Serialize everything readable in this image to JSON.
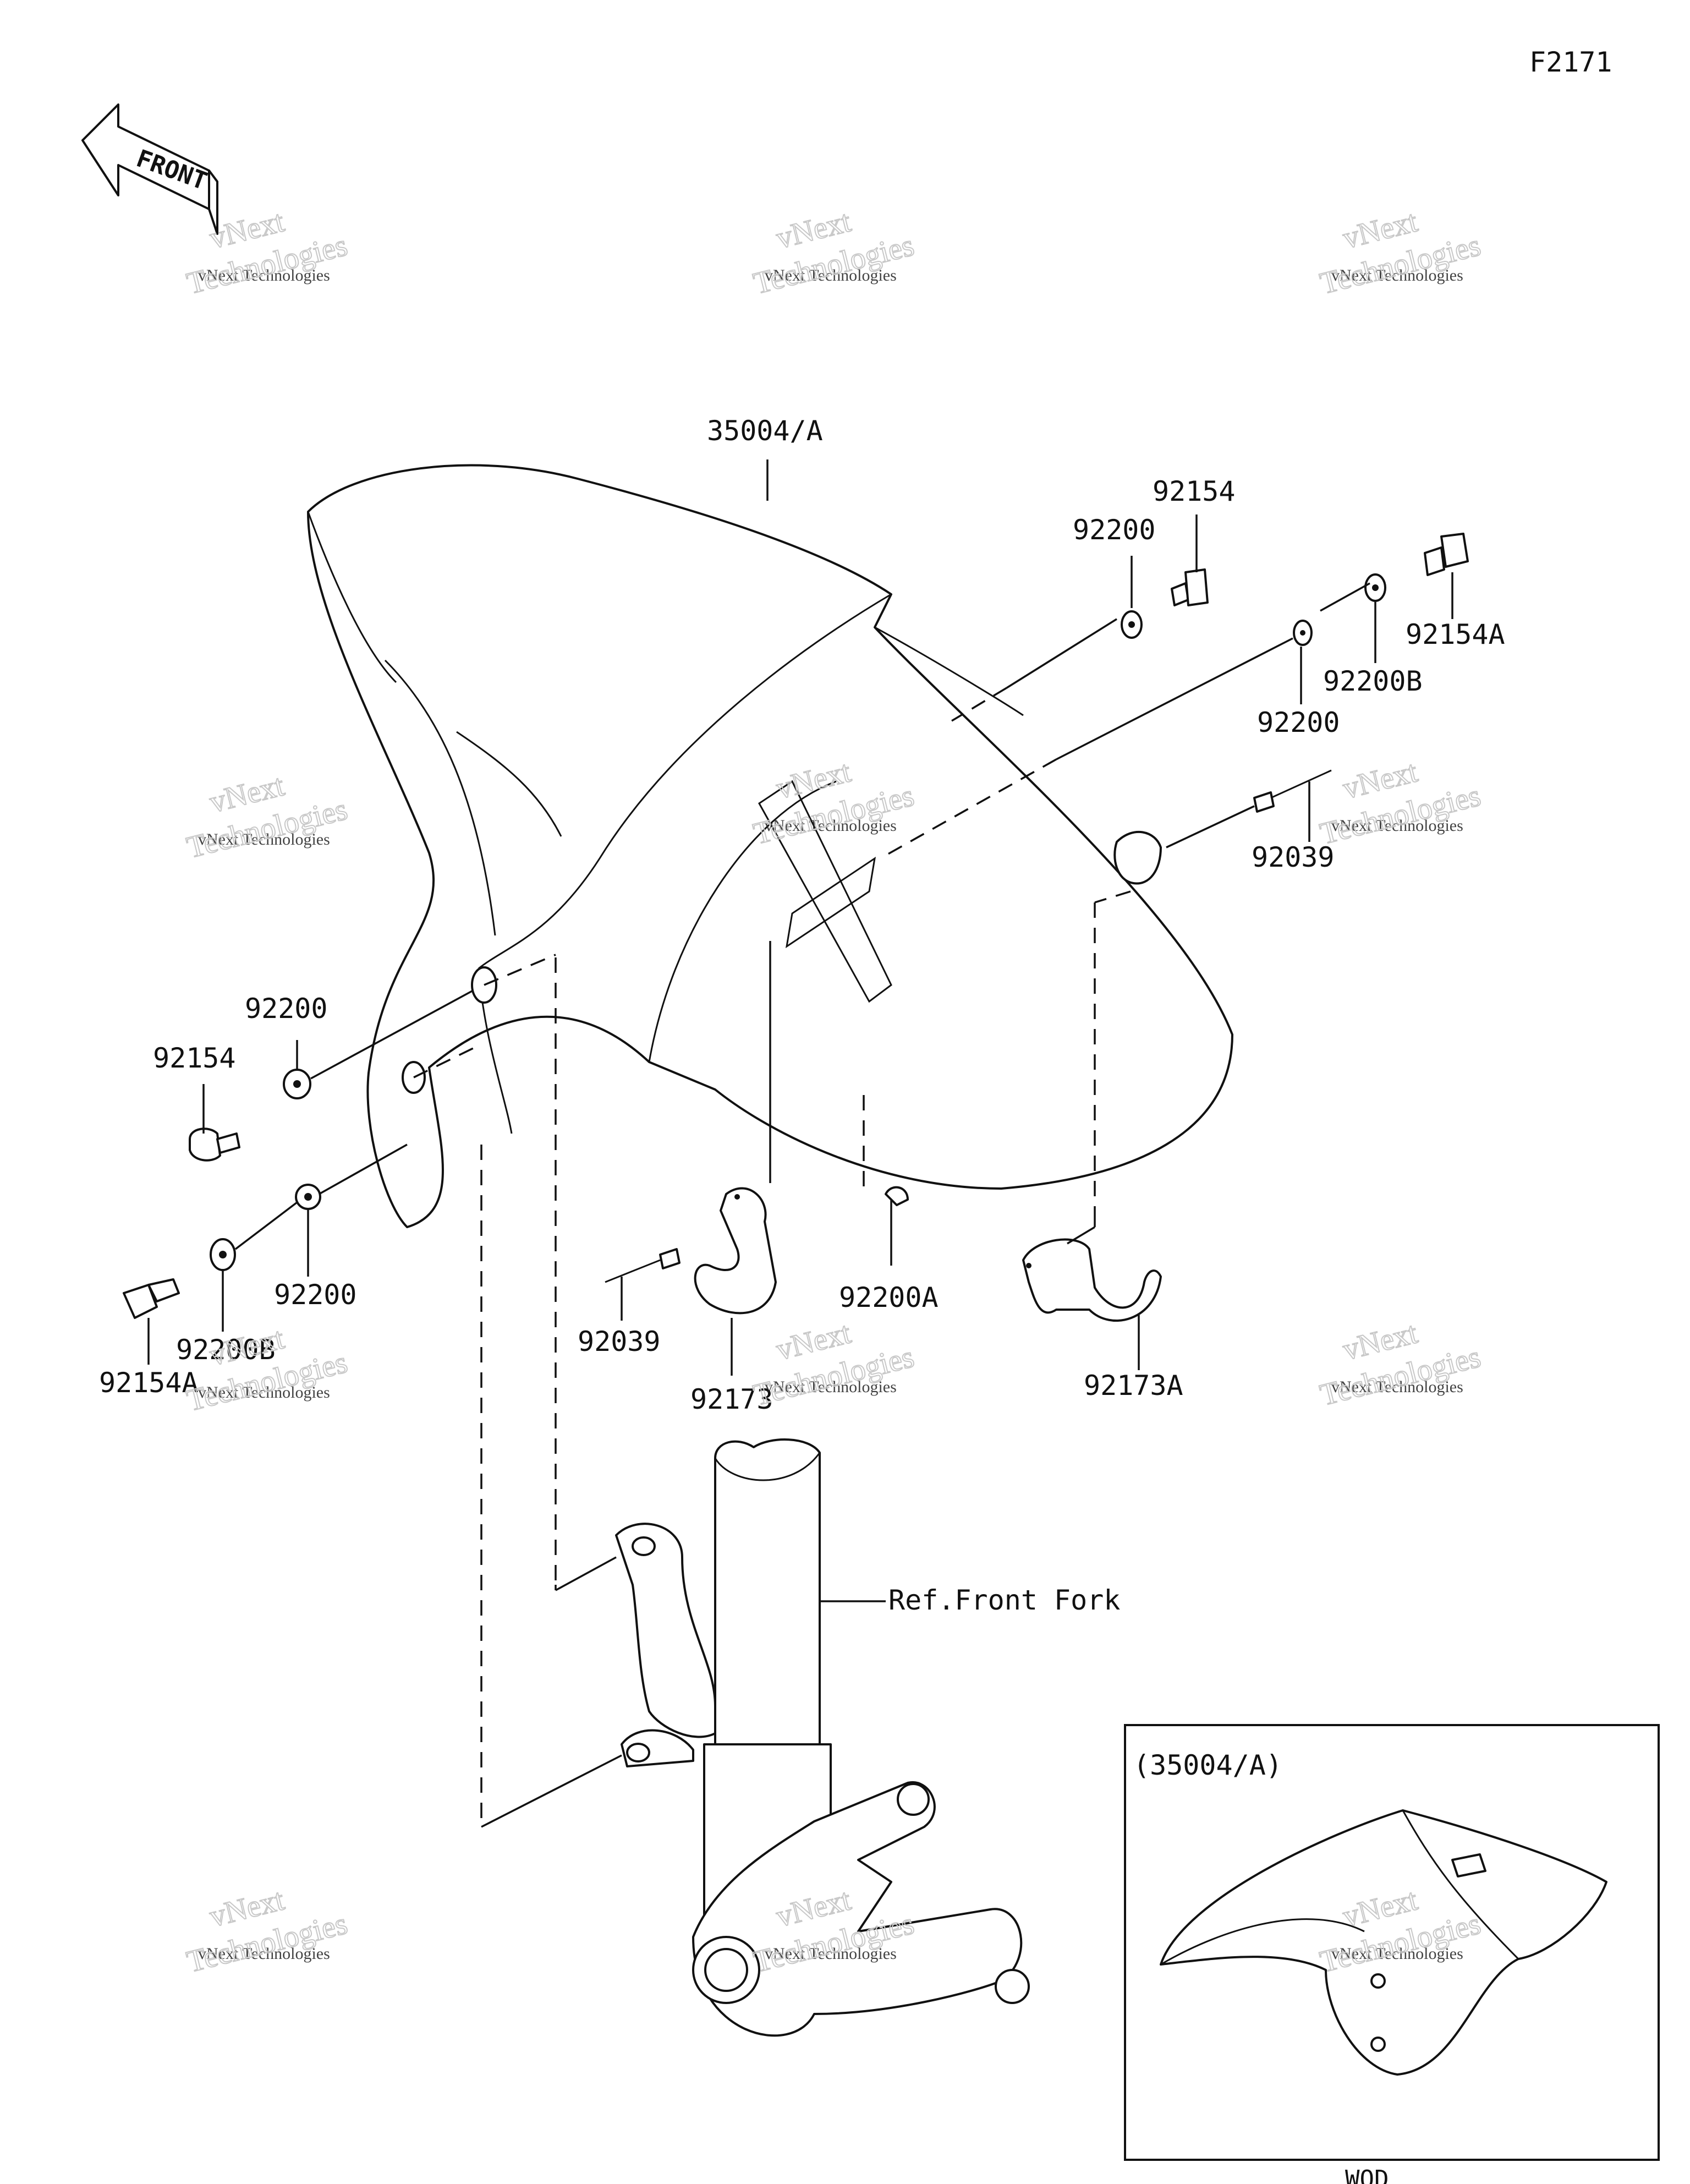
{
  "figure_code": "F2171",
  "front_arrow": {
    "label": "FRONT",
    "icon": "front-direction-arrow-icon"
  },
  "parts": {
    "fender": "35004/A",
    "bolt_right": "92154",
    "washer_right_a": "92200",
    "washer_right_b": "92200",
    "washer_b_right": "92200B",
    "bolt_a_right": "92154A",
    "rivet_right": "92039",
    "washer_left_a": "92200",
    "bolt_left": "92154",
    "washer_left_b": "92200",
    "washer_b_left": "92200B",
    "bolt_a_left": "92154A",
    "rivet_left": "92039",
    "clamp": "92173",
    "washer_a": "92200A",
    "clamp_a": "92173A"
  },
  "reference": "Ref.Front Fork",
  "inset": {
    "title": "(35004/A)",
    "caption": "WOD"
  },
  "watermark": {
    "line1": "vNext Technologies",
    "line2_a": "vNext",
    "line2_b": "Technologies"
  }
}
